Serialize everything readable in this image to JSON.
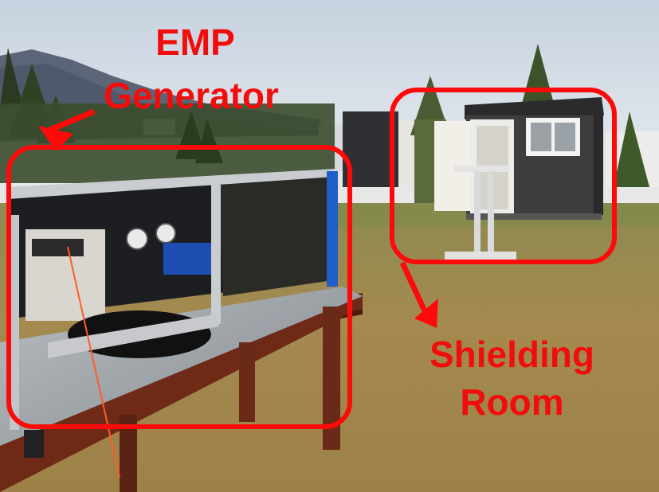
{
  "annotations": {
    "generator": {
      "line1": "EMP",
      "line2": "Generator"
    },
    "shielding_room": {
      "line1": "Shielding",
      "line2": "Room"
    }
  },
  "colors": {
    "annotation": "#f20d0d",
    "sky": "#d3dbe5",
    "grass": "#a58a4d",
    "table_top": "#9aa0a4",
    "table_wood": "#6a2a16",
    "cabin": "#3a3a3c"
  },
  "icons": [
    "arrow-icon"
  ]
}
